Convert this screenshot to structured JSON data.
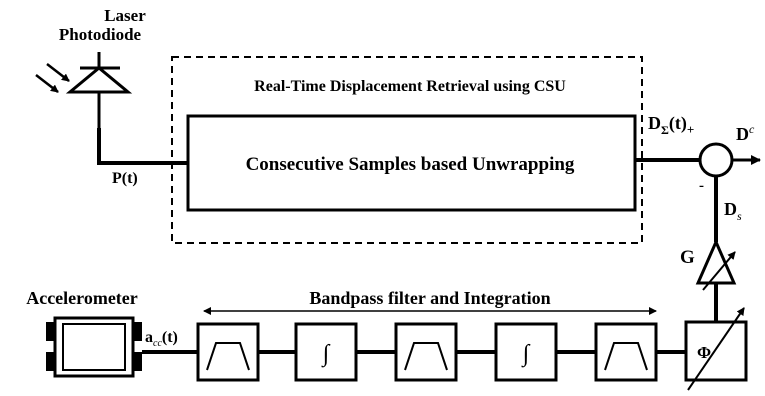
{
  "sensors": {
    "laser_label_line1": "Laser",
    "laser_label_line2": "Photodiode",
    "accelerometer_label": "Accelerometer"
  },
  "signals": {
    "photodiode_signal": "P(t)",
    "accel_signal_base": "a",
    "accel_signal_sub": "cc",
    "accel_signal_rest": "(t)",
    "summed_base": "D",
    "summed_sub": "Σ",
    "summed_rest": "(t)",
    "summed_sign": "+",
    "output_base": "D",
    "output_sup": "c",
    "correction_base": "D",
    "correction_sub": "s",
    "minus_sign": "-"
  },
  "blocks": {
    "csu_group_title": "Real-Time Displacement Retrieval using CSU",
    "csu_block_label": "Consecutive Samples based Unwrapping",
    "chain_title": "Bandpass filter and Integration",
    "gain_label": "G",
    "phase_symbol": "Φ",
    "integrator_symbol": "∫"
  }
}
